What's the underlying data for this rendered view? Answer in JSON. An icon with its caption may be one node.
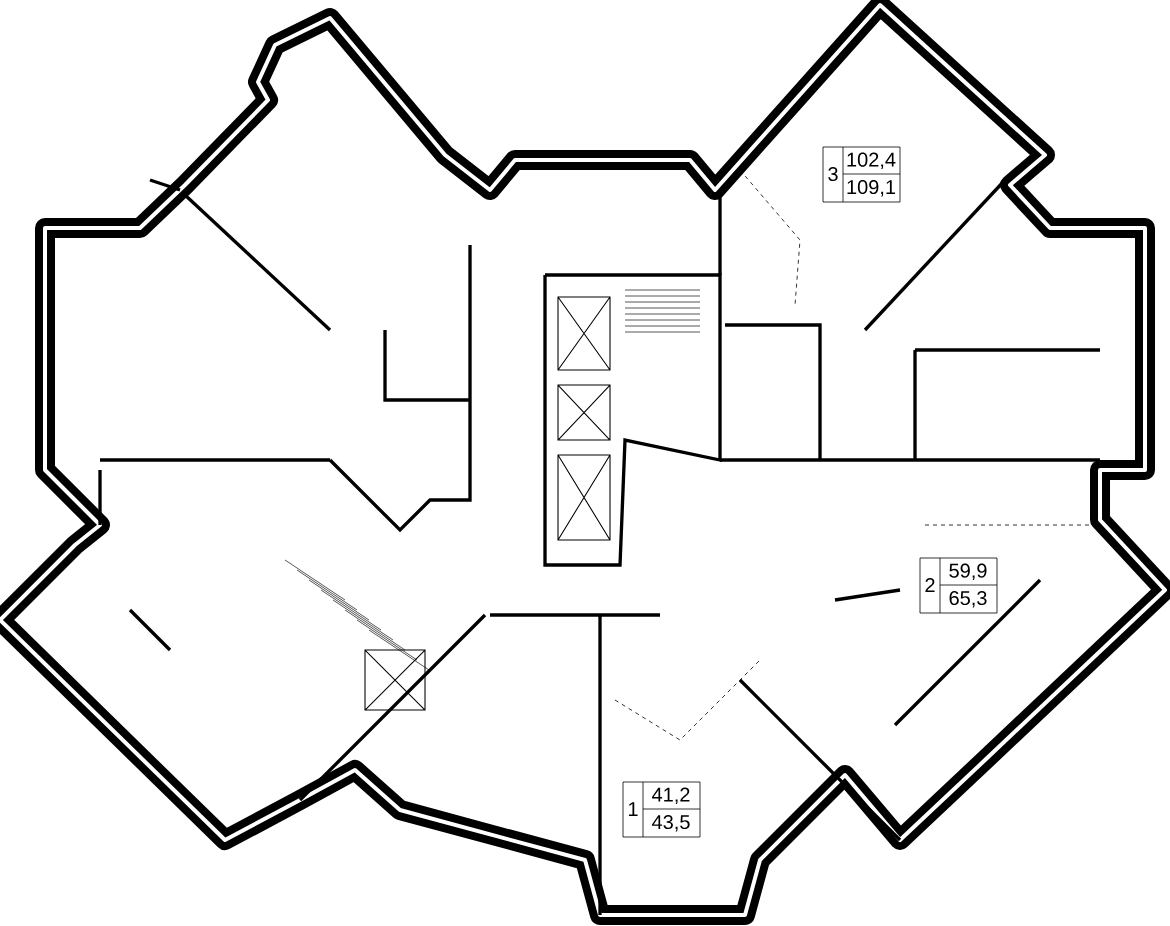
{
  "diagram": {
    "labels": [
      "3",
      "102,4",
      "109,1",
      "2",
      "59,9",
      "65,3",
      "1",
      "41,2",
      "43,5"
    ]
  }
}
